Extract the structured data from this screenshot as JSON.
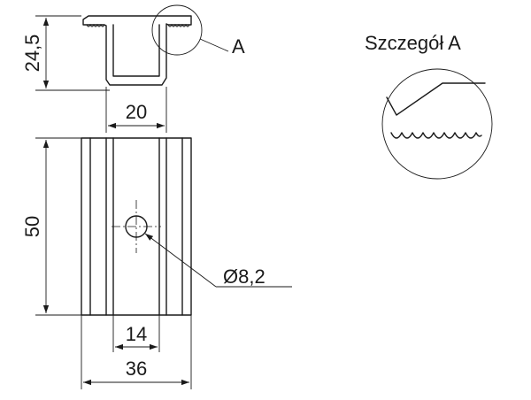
{
  "dimensions": {
    "profile_height": "24,5",
    "channel_width": "20",
    "length": "50",
    "slot_width": "14",
    "total_width": "36",
    "hole_diameter": "Ø8,2"
  },
  "detail": {
    "marker": "A",
    "title": "Szczegół A"
  }
}
